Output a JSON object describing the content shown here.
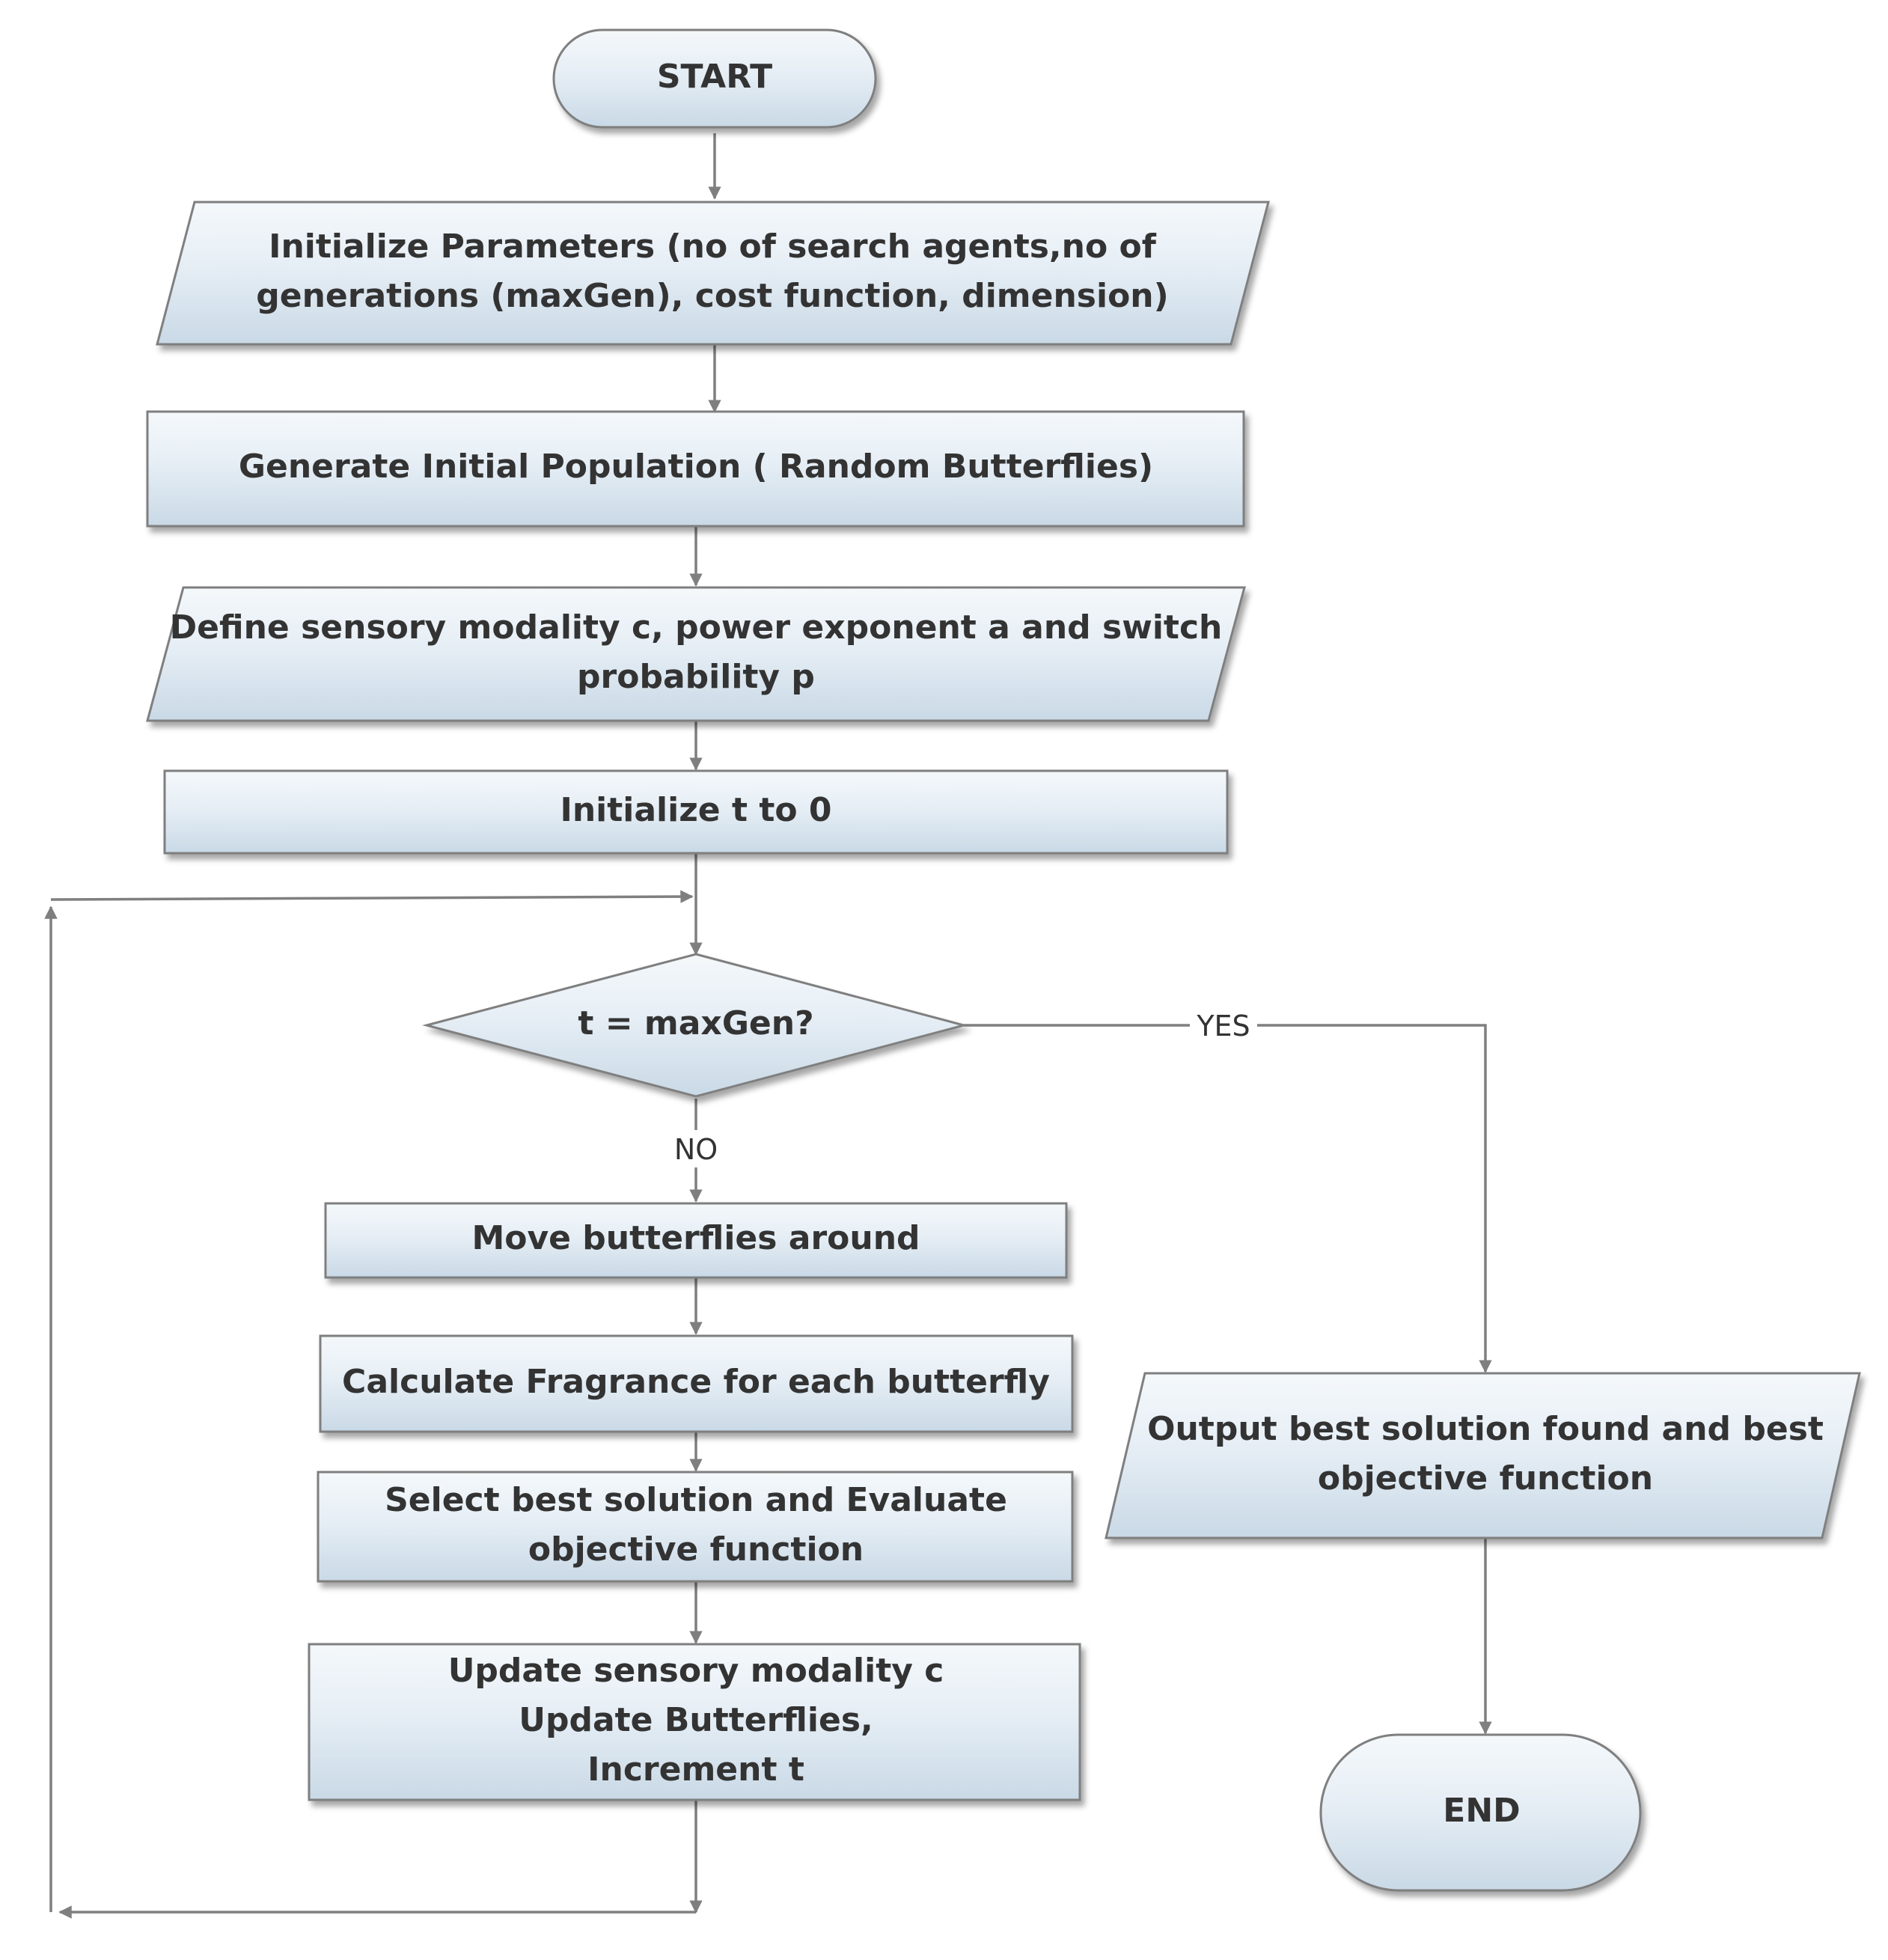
{
  "diagram": {
    "nodes": {
      "start": {
        "lines": [
          "START"
        ]
      },
      "init_params": {
        "lines": [
          "Initialize Parameters (no of search agents,no of",
          "generations (maxGen), cost function, dimension)"
        ]
      },
      "gen_pop": {
        "lines": [
          "Generate Initial Population ( Random Butterflies)"
        ]
      },
      "define": {
        "lines": [
          "Define sensory modality c, power exponent a and switch",
          "probability p"
        ]
      },
      "init_t": {
        "lines": [
          "Initialize t to 0"
        ]
      },
      "decision": {
        "lines": [
          "t = maxGen?"
        ]
      },
      "move": {
        "lines": [
          "Move butterflies around"
        ]
      },
      "fragrance": {
        "lines": [
          "Calculate Fragrance for each butterfly"
        ]
      },
      "select": {
        "lines": [
          "Select best solution and Evaluate",
          "objective function"
        ]
      },
      "update": {
        "lines": [
          "Update sensory modality c",
          "Update Butterflies,",
          "Increment t"
        ]
      },
      "output": {
        "lines": [
          "Output best solution found and best",
          "objective function"
        ]
      },
      "end": {
        "lines": [
          "END"
        ]
      }
    },
    "edge_labels": {
      "yes": "YES",
      "no": "NO"
    },
    "colors": {
      "fill_top": "#f4f8fb",
      "fill_bottom": "#c9d9e6",
      "stroke": "#7f7f7f",
      "text": "#333333",
      "connector": "#7f7f7f"
    }
  }
}
